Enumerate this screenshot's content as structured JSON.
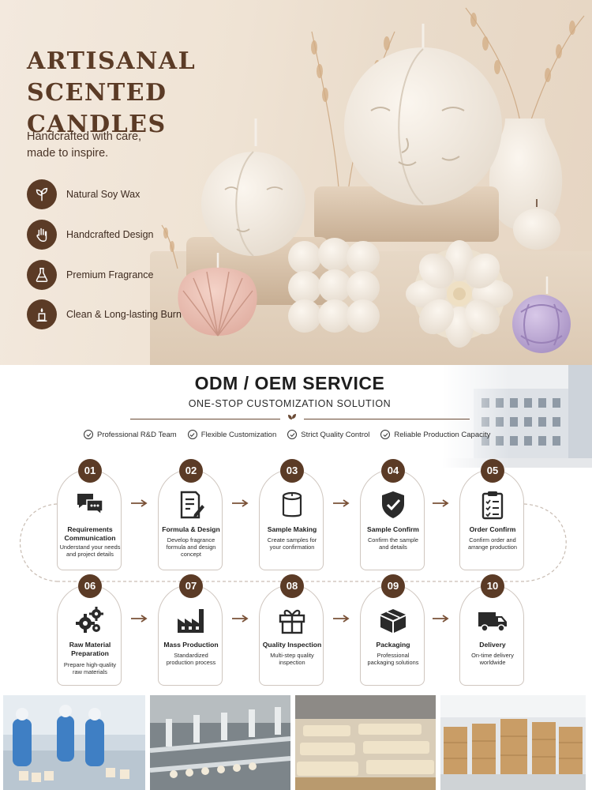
{
  "hero": {
    "title": "ARTISANAL\nSCENTED CANDLES",
    "subtitle": "Handcrafted with care,\nmade to inspire.",
    "features": [
      {
        "icon": "leaf-icon",
        "label": "Natural Soy Wax"
      },
      {
        "icon": "hand-icon",
        "label": "Handcrafted Design"
      },
      {
        "icon": "flask-icon",
        "label": "Premium Fragrance"
      },
      {
        "icon": "candle-flame-icon",
        "label": "Clean & Long-lasting Burn"
      }
    ]
  },
  "odm": {
    "title": "ODM / OEM SERVICE",
    "subtitle": "ONE-STOP CUSTOMIZATION SOLUTION",
    "highlights": [
      "Professional R&D Team",
      "Flexible Customization",
      "Strict Quality Control",
      "Reliable Production Capacity"
    ],
    "steps": [
      {
        "num": "01",
        "icon": "chat-bubbles-icon",
        "title": "Requirements\nCommunication",
        "desc": "Understand your needs\nand project details"
      },
      {
        "num": "02",
        "icon": "document-pencil-icon",
        "title": "Formula & Design",
        "desc": "Develop fragrance\nformula and design\nconcept"
      },
      {
        "num": "03",
        "icon": "candle-jar-icon",
        "title": "Sample Making",
        "desc": "Create samples for\nyour confirmation"
      },
      {
        "num": "04",
        "icon": "shield-check-icon",
        "title": "Sample Confirm",
        "desc": "Confirm the sample\nand details"
      },
      {
        "num": "05",
        "icon": "clipboard-checklist-icon",
        "title": "Order Confirm",
        "desc": "Confirm order and\narrange production"
      },
      {
        "num": "06",
        "icon": "gears-icon",
        "title": "Raw Material\nPreparation",
        "desc": "Prepare high-quality\nraw materials"
      },
      {
        "num": "07",
        "icon": "factory-icon",
        "title": "Mass Production",
        "desc": "Standardized\nproduction process"
      },
      {
        "num": "08",
        "icon": "gift-box-icon",
        "title": "Quality Inspection",
        "desc": "Multi-step quality\ninspection"
      },
      {
        "num": "09",
        "icon": "package-icon",
        "title": "Packaging",
        "desc": "Professional\npackaging solutions"
      },
      {
        "num": "10",
        "icon": "delivery-truck-icon",
        "title": "Delivery",
        "desc": "On-time delivery\nworldwide"
      }
    ]
  },
  "colors": {
    "brand_brown": "#5b3b26",
    "cream": "#efe3d4",
    "text_dark": "#1e1e1e"
  }
}
